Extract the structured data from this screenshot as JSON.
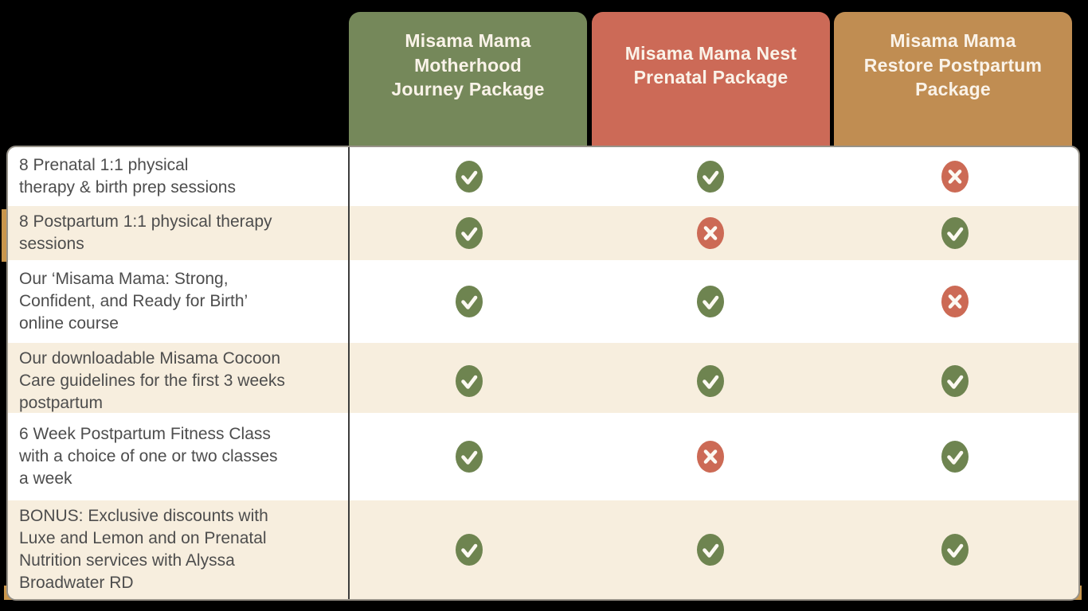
{
  "chart_data": {
    "type": "table",
    "columns": [
      "Misama Mama Motherhood Journey Package",
      "Misama Mama Nest Prenatal Package",
      "Misama Mama Restore Postpartum Package"
    ],
    "rows": [
      {
        "feature": "8 Prenatal 1:1 physical therapy & birth prep sessions",
        "included": [
          true,
          true,
          false
        ]
      },
      {
        "feature": "8 Postpartum 1:1 physical therapy sessions",
        "included": [
          true,
          false,
          true
        ]
      },
      {
        "feature": "Our ‘Misama Mama: Strong, Confident, and Ready for Birth’ online course",
        "included": [
          true,
          true,
          false
        ]
      },
      {
        "feature": "Our downloadable Misama Cocoon Care guidelines for the first 3 weeks postpartum",
        "included": [
          true,
          true,
          true
        ]
      },
      {
        "feature": "6 Week Postpartum Fitness Class with a choice of one or two classes a week",
        "included": [
          true,
          false,
          true
        ]
      },
      {
        "feature": "BONUS: Exclusive discounts with Luxe and Lemon and on Prenatal Nutrition services with Alyssa Broadwater RD",
        "included": [
          true,
          true,
          true
        ]
      }
    ],
    "legend": {
      "check": "included in package",
      "cross": "not included in package"
    }
  },
  "display": {
    "columns": [
      {
        "label": "Misama Mama\nMotherhood\nJourney Package",
        "color": "#75885A"
      },
      {
        "label": "Misama Mama Nest\nPrenatal Package",
        "color": "#CC6A57"
      },
      {
        "label": "Misama Mama\nRestore Postpartum\nPackage",
        "color": "#C08D52"
      }
    ],
    "rows": [
      "8 Prenatal 1:1 physical\ntherapy & birth prep sessions",
      "8 Postpartum 1:1 physical therapy\nsessions",
      "Our ‘Misama Mama: Strong,\nConfident, and Ready for Birth’\nonline course",
      "Our downloadable Misama Cocoon\nCare guidelines for the first 3 weeks\npostpartum",
      "6 Week Postpartum Fitness Class\nwith a choice of one or two classes\na week",
      "BONUS: Exclusive discounts with\nLuxe and Lemon and on Prenatal\nNutrition services with Alyssa\nBroadwater RD"
    ]
  },
  "icons": {
    "check": "check-icon",
    "cross": "cross-icon"
  },
  "colors": {
    "page_background": "#000000",
    "header_green": "#75885A",
    "header_red": "#CC6A57",
    "header_tan": "#C08D52",
    "header_text": "#FAF3E9",
    "row_white": "#FFFFFF",
    "row_stripe": "#F7EEDE",
    "label_text": "#4D4D4D",
    "check_green": "#6E8450",
    "cross_red": "#CC6A55",
    "mark_stroke": "#FCF9F2",
    "gold_accent": "#C9964C",
    "divider": "#3C3C3C",
    "table_border": "#979288"
  }
}
